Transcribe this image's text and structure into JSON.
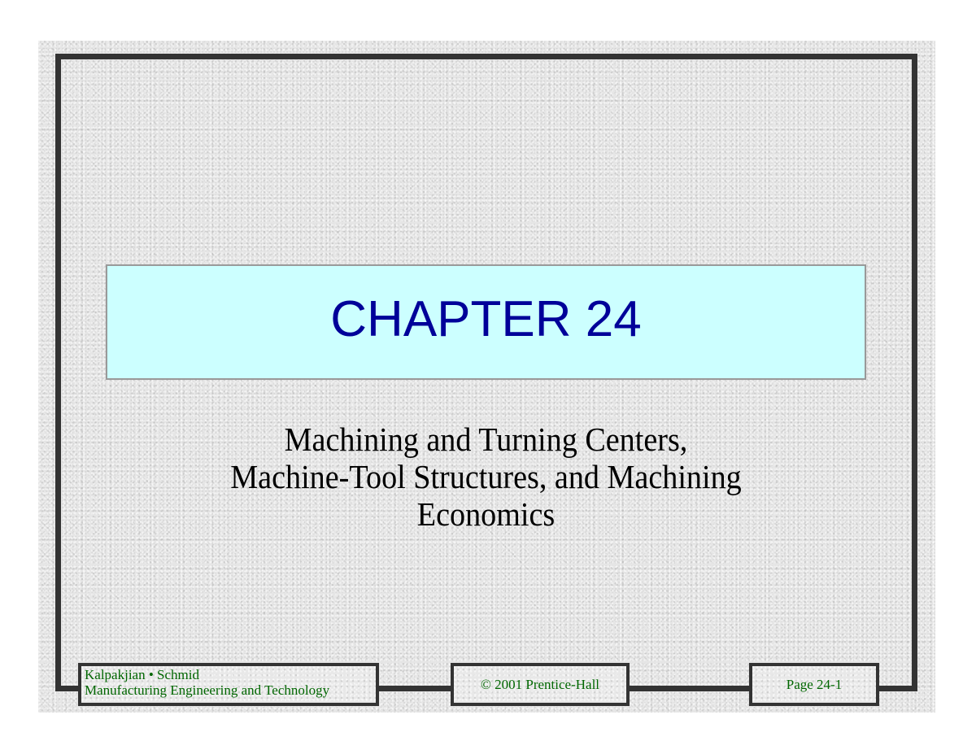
{
  "slide": {
    "title": "CHAPTER 24",
    "subtitle_lines": [
      "Machining and Turning Centers,",
      "Machine-Tool Structures, and Machining",
      "Economics"
    ]
  },
  "footer": {
    "authors": "Kalpakjian • Schmid",
    "book_title": "Manufacturing Engineering and Technology",
    "copyright": "© 2001 Prentice-Hall",
    "page": "Page 24-1"
  },
  "colors": {
    "title_box_fill": "#ccffff",
    "title_text": "#000099",
    "footer_text": "#006600",
    "frame": "#333333"
  }
}
